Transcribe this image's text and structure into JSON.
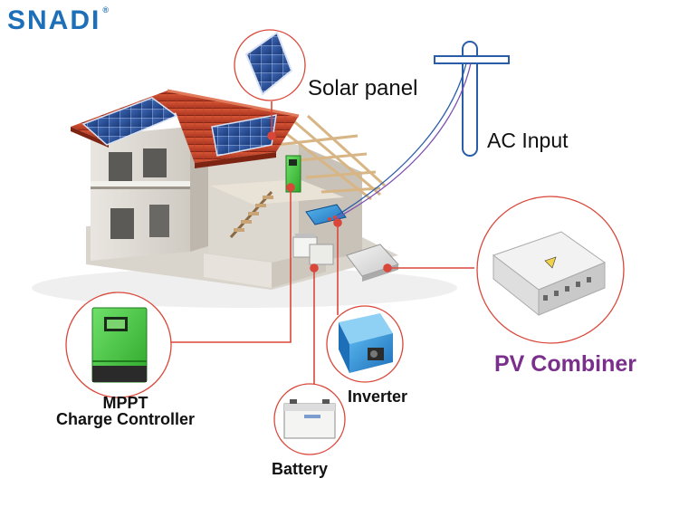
{
  "brand": {
    "logo_text": "SNADI",
    "registered": "®"
  },
  "labels": {
    "solar_panel": "Solar panel",
    "ac_input": "AC Input",
    "pv_combiner": "PV Combiner",
    "inverter": "Inverter",
    "mppt_line1": "MPPT",
    "mppt_line2": "Charge Controller",
    "battery": "Battery"
  },
  "colors": {
    "brand_blue": "#1d6fb8",
    "connector_red": "#d9473a",
    "pv_combiner_purple": "#7b2f8c",
    "controller_green": "#3fbf3a",
    "inverter_blue": "#2f8fd6",
    "roof_red": "#c0432c",
    "pole_blue": "#2a5da8"
  }
}
